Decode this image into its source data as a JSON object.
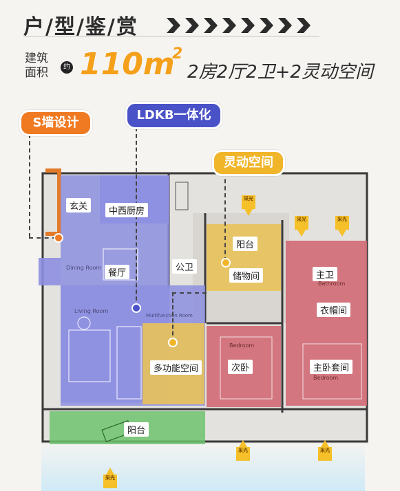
{
  "header": {
    "title": "户/型/鉴/赏",
    "area_label_line1": "建筑",
    "area_label_line2": "面积",
    "approx": "约",
    "area_value": "110m",
    "area_unit_sup": "2",
    "layout_desc": "2房2厅2卫+2灵动空间"
  },
  "badges": {
    "s_wall": "S墙设计",
    "ldkb": "LDKB一体化",
    "flex": "灵动空间"
  },
  "rooms": {
    "foyer": "玄关",
    "kitchen": "中西厨房",
    "dining": "餐厅",
    "public_bath": "公卫",
    "balcony_small": "阳台",
    "storage": "储物间",
    "master_bath": "主卫",
    "closet": "衣帽间",
    "multi_room": "多功能空间",
    "second_bed": "次卧",
    "master_suite": "主卧套间",
    "balcony_large": "阳台"
  },
  "plan_text": {
    "dining_room": "Dining Room",
    "living_room": "Living Room",
    "multi_room": "Multifunction Room",
    "bedroom1": "Bedroom",
    "bedroom2": "Bedroom",
    "bathroom": "Bathroom"
  },
  "sunlight": "采光",
  "colors": {
    "accent_orange": "#f5a01a",
    "s_wall_badge": "#ef7a22",
    "ldkb_badge": "#4a52c8",
    "flex_badge": "#f1b52a",
    "ldkb_zone": "#8d8fe0",
    "flex_zone": "#e8c35a",
    "bedroom_zone": "#d06a74",
    "balcony_zone": "#6fc36f"
  }
}
